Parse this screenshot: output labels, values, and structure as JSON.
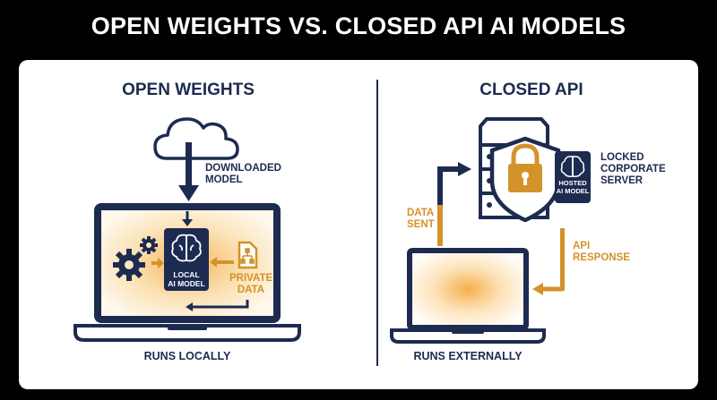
{
  "title": "OPEN WEIGHTS VS. CLOSED API AI MODELS",
  "open_weights": {
    "heading": "OPEN WEIGHTS",
    "downloaded_label_1": "DOWNLOADED",
    "downloaded_label_2": "MODEL",
    "chip_line_1": "LOCAL",
    "chip_line_2": "AI MODEL",
    "private_label_1": "PRIVATE",
    "private_label_2": "DATA",
    "caption": "RUNS LOCALLY"
  },
  "closed_api": {
    "heading": "CLOSED API",
    "server_label_1": "LOCKED",
    "server_label_2": "CORPORATE",
    "server_label_3": "SERVER",
    "chip_line_1": "HOSTED",
    "chip_line_2": "AI MODEL",
    "data_sent_1": "DATA",
    "data_sent_2": "SENT",
    "api_response_1": "API",
    "api_response_2": "RESPONSE",
    "caption": "RUNS EXTERNALLY"
  },
  "colors": {
    "navy": "#1c2b4f",
    "gold": "#d4922a",
    "background": "#000000",
    "panel": "#ffffff"
  }
}
